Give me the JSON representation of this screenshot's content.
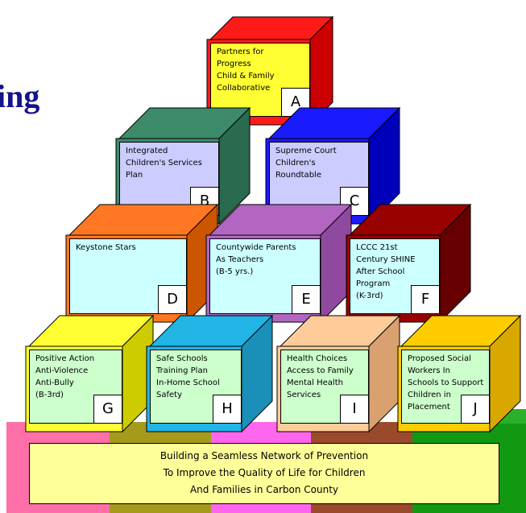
{
  "title_fragment": "ing",
  "blocks": [
    {
      "id": "A",
      "letter": "A",
      "text": "Partners for\nProgress\nChild & Family\nCollaborative"
    },
    {
      "id": "B",
      "letter": "B",
      "text": "Integrated\nChildren's Services\nPlan"
    },
    {
      "id": "C",
      "letter": "C",
      "text": "Supreme Court\nChildren's\nRoundtable"
    },
    {
      "id": "D",
      "letter": "D",
      "text": "Keystone Stars"
    },
    {
      "id": "E",
      "letter": "E",
      "text": "Countywide Parents\nAs Teachers\n(B-5 yrs.)"
    },
    {
      "id": "F",
      "letter": "F",
      "text": "LCCC 21st\nCentury SHINE\nAfter School\nProgram\n(K-3rd)"
    },
    {
      "id": "G",
      "letter": "G",
      "text": "Positive Action\nAnti-Violence\nAnti-Bully\n(B-3rd)"
    },
    {
      "id": "H",
      "letter": "H",
      "text": "Safe Schools\nTraining Plan\nIn-Home School\nSafety"
    },
    {
      "id": "I",
      "letter": "I",
      "text": "Health Choices\nAccess to Family\nMental Health\nServices"
    },
    {
      "id": "J",
      "letter": "J",
      "text": "Proposed Social\nWorkers In\nSchools to Support\nChildren in\nPlacement"
    }
  ],
  "base": {
    "line1": "Building a Seamless Network of Prevention",
    "line2": "To Improve the Quality of Life for Children",
    "line3": "And Families in Carbon County"
  },
  "colors": {
    "A": [
      "#ffff33",
      "#ff1a1a",
      "#cc0000"
    ],
    "B": [
      "#ccccff",
      "#3d8b6a",
      "#2a6a4f"
    ],
    "C": [
      "#ccccff",
      "#1a1aff",
      "#0000bb"
    ],
    "D": [
      "#ccffff",
      "#ff7722",
      "#cc5500"
    ],
    "E": [
      "#ccffff",
      "#b266c2",
      "#8f4aa0"
    ],
    "F": [
      "#ccffff",
      "#990000",
      "#660000"
    ],
    "G": [
      "#ccffcc",
      "#ffff33",
      "#cccc00"
    ],
    "H": [
      "#ccffcc",
      "#22b5e6",
      "#1a8fb8"
    ],
    "I": [
      "#ccffcc",
      "#ffcc99",
      "#d9a070"
    ],
    "J": [
      "#ccffcc",
      "#ffcc00",
      "#d9a800"
    ],
    "base_face": "#ffff99"
  }
}
